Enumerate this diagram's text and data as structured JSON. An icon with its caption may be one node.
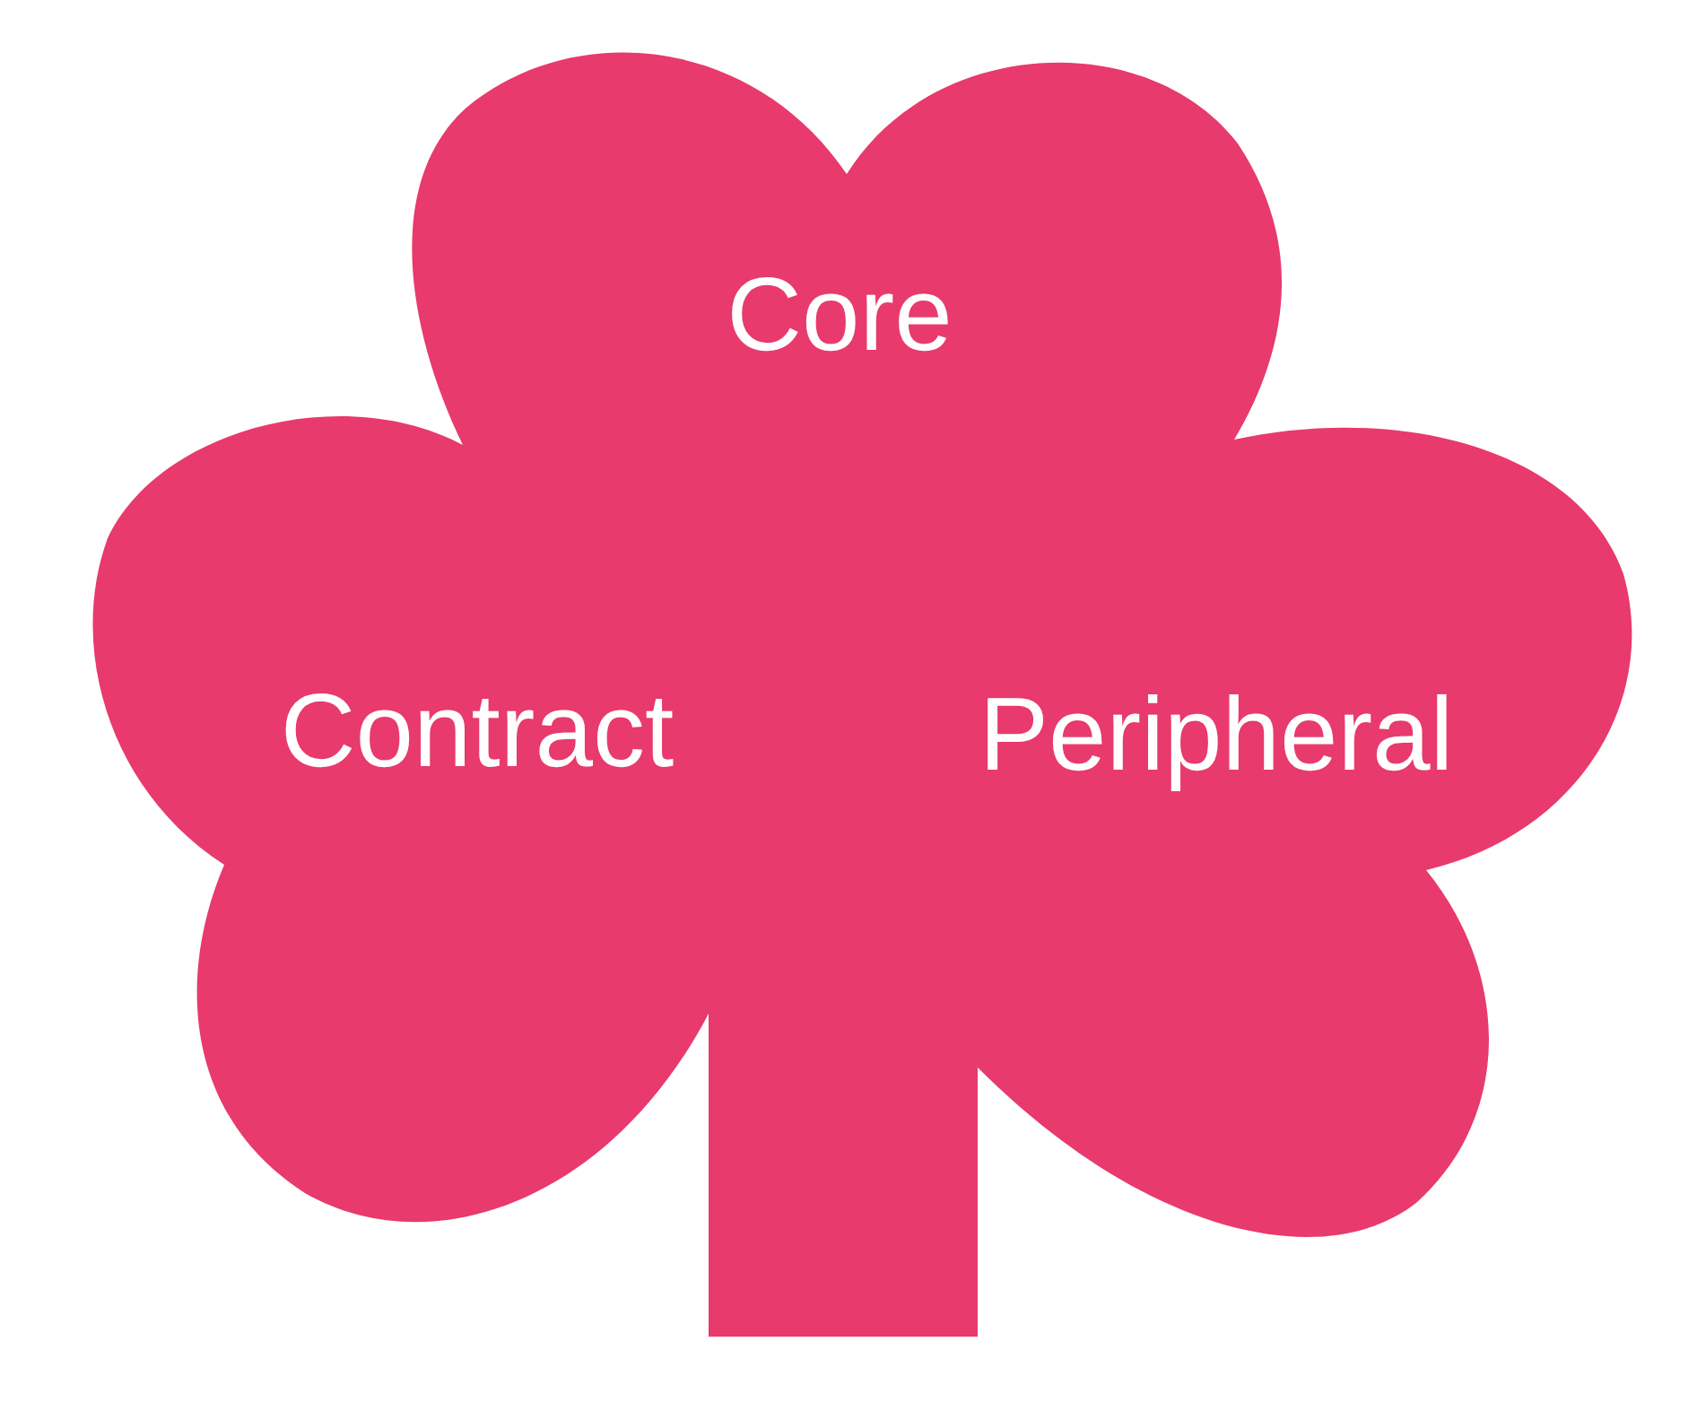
{
  "diagram": {
    "nodes": [
      {
        "text": [
          "Core",
          "Contract",
          "Peripheral"
        ]
      }
    ]
  }
}
